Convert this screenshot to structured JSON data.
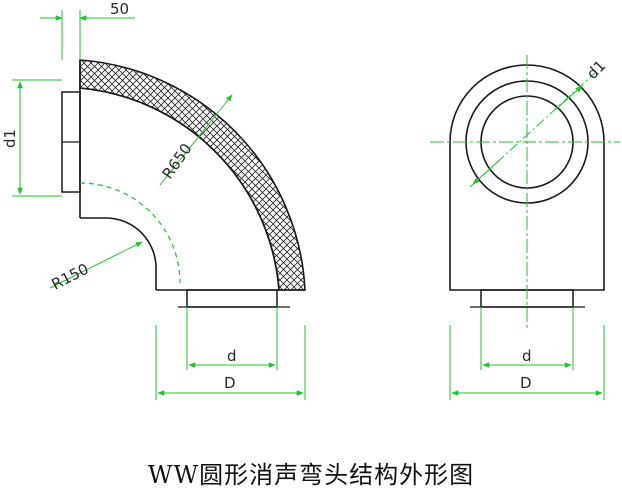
{
  "caption": "WW圆形消声弯头结构外形图",
  "labels": {
    "dim_50": "50",
    "dim_d1_left": "d1",
    "dim_r650": "R650",
    "dim_r150": "R150",
    "dim_d_left": "d",
    "dim_D_left": "D",
    "dim_d1_right": "d1",
    "dim_d_right": "d",
    "dim_D_right": "D"
  },
  "colors": {
    "outline": "#1a1a1a",
    "dimension": "#22c22e",
    "centerline": "#22c22e",
    "hatch": "#222222"
  }
}
